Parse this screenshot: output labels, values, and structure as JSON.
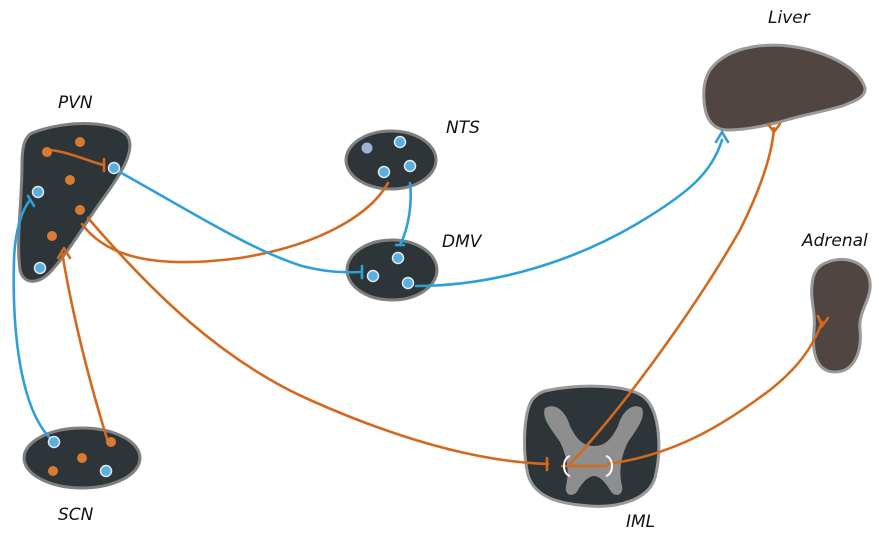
{
  "labels": {
    "pvn": "PVN",
    "nts": "NTS",
    "dmv": "DMV",
    "scn": "SCN",
    "liver": "Liver",
    "adrenal": "Adrenal",
    "iml": "IML"
  },
  "colors": {
    "region_fill": "#2e3539",
    "region_outline": "#7f7f7f",
    "organ_fill": "#514541",
    "sympathetic_pathway": "#d2691e",
    "parasympathetic_pathway": "#2f9fd8",
    "orange_neuron": "#d97b33",
    "blue_neuron": "#5aaee0"
  }
}
